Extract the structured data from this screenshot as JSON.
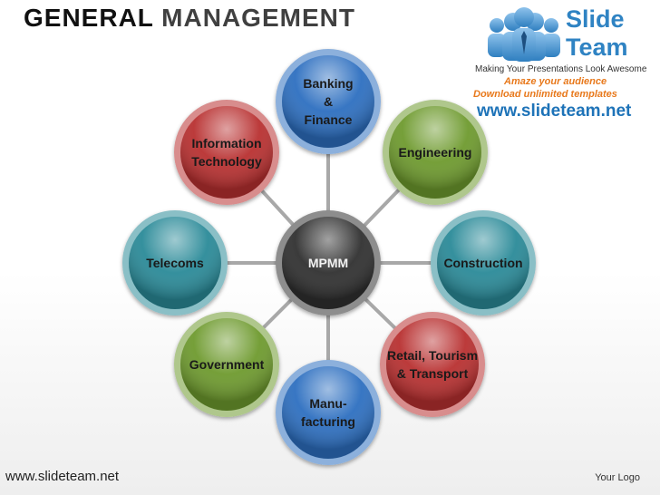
{
  "title": {
    "part1": "GENERAL",
    "part2": "MANAGEMENT"
  },
  "center": {
    "label": [
      "MPMM"
    ],
    "color": "#303030"
  },
  "nodes": [
    {
      "id": "banking-finance",
      "label": [
        "Banking",
        "&",
        "Finance"
      ],
      "color": "#2d6fc0"
    },
    {
      "id": "engineering",
      "label": [
        "Engineering"
      ],
      "color": "#6e9a2e"
    },
    {
      "id": "construction",
      "label": [
        "Construction"
      ],
      "color": "#2a8a98"
    },
    {
      "id": "retail-tourism-transport",
      "label": [
        "Retail, Tourism",
        "& Transport"
      ],
      "color": "#b83030"
    },
    {
      "id": "manufacturing",
      "label": [
        "Manu-",
        "facturing"
      ],
      "color": "#2d6fc0"
    },
    {
      "id": "government",
      "label": [
        "Government"
      ],
      "color": "#6e9a2e"
    },
    {
      "id": "telecoms",
      "label": [
        "Telecoms"
      ],
      "color": "#2a8a98"
    },
    {
      "id": "information-technology",
      "label": [
        "Information",
        "Technology"
      ],
      "color": "#b83030"
    }
  ],
  "logo": {
    "brand_line1": "Slide",
    "brand_line2": "Team",
    "tagline": "Making Your Presentations Look Awesome",
    "promo_line1": "Amaze your audience",
    "promo_line2": "Download unlimited templates",
    "website": "www.slideteam.net",
    "brand_color": "#2f83c3",
    "promo_color": "#e8791c"
  },
  "footer": {
    "website": "www.slideteam.net",
    "logo_placeholder": "Your Logo"
  }
}
